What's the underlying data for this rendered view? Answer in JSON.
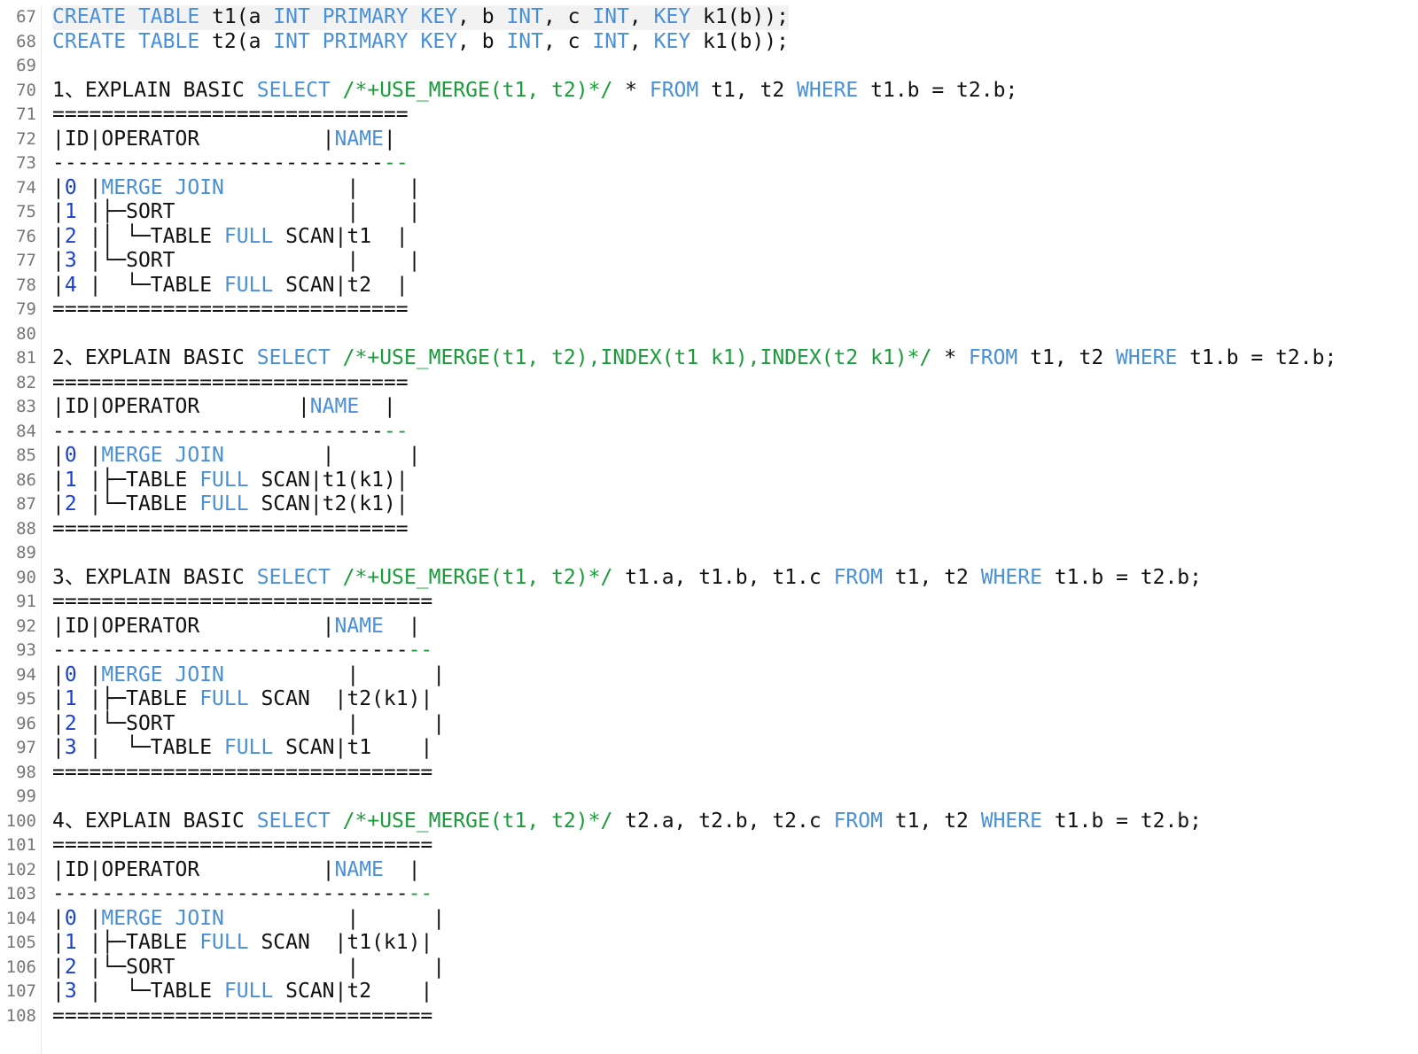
{
  "colors": {
    "keyword": "#4a90d9",
    "comment": "#1a9c3a",
    "number": "#1a3fd1",
    "text": "#111111",
    "line_number": "#777777"
  },
  "lines": [
    {
      "n": "67",
      "hl": true,
      "tokens": [
        [
          "k",
          "CREATE"
        ],
        [
          "t",
          " "
        ],
        [
          "k",
          "TABLE"
        ],
        [
          "t",
          " t1(a "
        ],
        [
          "k",
          "INT"
        ],
        [
          "t",
          " "
        ],
        [
          "k",
          "PRIMARY"
        ],
        [
          "t",
          " "
        ],
        [
          "k",
          "KEY"
        ],
        [
          "t",
          ", b "
        ],
        [
          "k",
          "INT"
        ],
        [
          "t",
          ", c "
        ],
        [
          "k",
          "INT"
        ],
        [
          "t",
          ", "
        ],
        [
          "k",
          "KEY"
        ],
        [
          "t",
          " k1(b));"
        ]
      ]
    },
    {
      "n": "68",
      "tokens": [
        [
          "k",
          "CREATE"
        ],
        [
          "t",
          " "
        ],
        [
          "k",
          "TABLE"
        ],
        [
          "t",
          " t2(a "
        ],
        [
          "k",
          "INT"
        ],
        [
          "t",
          " "
        ],
        [
          "k",
          "PRIMARY"
        ],
        [
          "t",
          " "
        ],
        [
          "k",
          "KEY"
        ],
        [
          "t",
          ", b "
        ],
        [
          "k",
          "INT"
        ],
        [
          "t",
          ", c "
        ],
        [
          "k",
          "INT"
        ],
        [
          "t",
          ", "
        ],
        [
          "k",
          "KEY"
        ],
        [
          "t",
          " k1(b));"
        ]
      ]
    },
    {
      "n": "69",
      "tokens": []
    },
    {
      "n": "70",
      "tokens": [
        [
          "t",
          "1、EXPLAIN BASIC "
        ],
        [
          "k",
          "SELECT"
        ],
        [
          "t",
          " "
        ],
        [
          "c",
          "/*+USE_MERGE(t1, t2)*/"
        ],
        [
          "t",
          " * "
        ],
        [
          "k",
          "FROM"
        ],
        [
          "t",
          " t1, t2 "
        ],
        [
          "k",
          "WHERE"
        ],
        [
          "t",
          " t1.b = t2.b;"
        ]
      ]
    },
    {
      "n": "71",
      "tokens": [
        [
          "t",
          "============================="
        ]
      ]
    },
    {
      "n": "72",
      "tokens": [
        [
          "t",
          "|ID|OPERATOR          |"
        ],
        [
          "k",
          "NAME"
        ],
        [
          "t",
          "|"
        ]
      ]
    },
    {
      "n": "73",
      "tokens": [
        [
          "t",
          "---------------------------"
        ],
        [
          "c",
          "--"
        ]
      ]
    },
    {
      "n": "74",
      "tokens": [
        [
          "t",
          "|"
        ],
        [
          "n",
          "0"
        ],
        [
          "t",
          " |"
        ],
        [
          "k",
          "MERGE JOIN"
        ],
        [
          "t",
          "          |    |"
        ]
      ]
    },
    {
      "n": "75",
      "tokens": [
        [
          "t",
          "|"
        ],
        [
          "n",
          "1"
        ],
        [
          "t",
          " |├─SORT              |    |"
        ]
      ]
    },
    {
      "n": "76",
      "tokens": [
        [
          "t",
          "|"
        ],
        [
          "n",
          "2"
        ],
        [
          "t",
          " |│ └─TABLE "
        ],
        [
          "k",
          "FULL"
        ],
        [
          "t",
          " SCAN|t1  |"
        ]
      ]
    },
    {
      "n": "77",
      "tokens": [
        [
          "t",
          "|"
        ],
        [
          "n",
          "3"
        ],
        [
          "t",
          " |└─SORT              |    |"
        ]
      ]
    },
    {
      "n": "78",
      "tokens": [
        [
          "t",
          "|"
        ],
        [
          "n",
          "4"
        ],
        [
          "t",
          " |  └─TABLE "
        ],
        [
          "k",
          "FULL"
        ],
        [
          "t",
          " SCAN|t2  |"
        ]
      ]
    },
    {
      "n": "79",
      "tokens": [
        [
          "t",
          "============================="
        ]
      ]
    },
    {
      "n": "80",
      "tokens": []
    },
    {
      "n": "81",
      "tokens": [
        [
          "t",
          "2、EXPLAIN BASIC "
        ],
        [
          "k",
          "SELECT"
        ],
        [
          "t",
          " "
        ],
        [
          "c",
          "/*+USE_MERGE(t1, t2),INDEX(t1 k1),INDEX(t2 k1)*/"
        ],
        [
          "t",
          " * "
        ],
        [
          "k",
          "FROM"
        ],
        [
          "t",
          " t1, t2 "
        ],
        [
          "k",
          "WHERE"
        ],
        [
          "t",
          " t1.b = t2.b;"
        ]
      ]
    },
    {
      "n": "82",
      "tokens": [
        [
          "t",
          "============================="
        ]
      ]
    },
    {
      "n": "83",
      "tokens": [
        [
          "t",
          "|ID|OPERATOR        |"
        ],
        [
          "k",
          "NAME"
        ],
        [
          "t",
          "  |"
        ]
      ]
    },
    {
      "n": "84",
      "tokens": [
        [
          "t",
          "---------------------------"
        ],
        [
          "c",
          "--"
        ]
      ]
    },
    {
      "n": "85",
      "tokens": [
        [
          "t",
          "|"
        ],
        [
          "n",
          "0"
        ],
        [
          "t",
          " |"
        ],
        [
          "k",
          "MERGE JOIN"
        ],
        [
          "t",
          "        |      |"
        ]
      ]
    },
    {
      "n": "86",
      "tokens": [
        [
          "t",
          "|"
        ],
        [
          "n",
          "1"
        ],
        [
          "t",
          " |├─TABLE "
        ],
        [
          "k",
          "FULL"
        ],
        [
          "t",
          " SCAN|t1(k1)|"
        ]
      ]
    },
    {
      "n": "87",
      "tokens": [
        [
          "t",
          "|"
        ],
        [
          "n",
          "2"
        ],
        [
          "t",
          " |└─TABLE "
        ],
        [
          "k",
          "FULL"
        ],
        [
          "t",
          " SCAN|t2(k1)|"
        ]
      ]
    },
    {
      "n": "88",
      "tokens": [
        [
          "t",
          "============================="
        ]
      ]
    },
    {
      "n": "89",
      "tokens": []
    },
    {
      "n": "90",
      "tokens": [
        [
          "t",
          "3、EXPLAIN BASIC "
        ],
        [
          "k",
          "SELECT"
        ],
        [
          "t",
          " "
        ],
        [
          "c",
          "/*+USE_MERGE(t1, t2)*/"
        ],
        [
          "t",
          " t1.a, t1.b, t1.c "
        ],
        [
          "k",
          "FROM"
        ],
        [
          "t",
          " t1, t2 "
        ],
        [
          "k",
          "WHERE"
        ],
        [
          "t",
          " t1.b = t2.b;"
        ]
      ]
    },
    {
      "n": "91",
      "tokens": [
        [
          "t",
          "==============================="
        ]
      ]
    },
    {
      "n": "92",
      "tokens": [
        [
          "t",
          "|ID|OPERATOR          |"
        ],
        [
          "k",
          "NAME"
        ],
        [
          "t",
          "  |"
        ]
      ]
    },
    {
      "n": "93",
      "tokens": [
        [
          "t",
          "-----------------------------"
        ],
        [
          "c",
          "--"
        ]
      ]
    },
    {
      "n": "94",
      "tokens": [
        [
          "t",
          "|"
        ],
        [
          "n",
          "0"
        ],
        [
          "t",
          " |"
        ],
        [
          "k",
          "MERGE JOIN"
        ],
        [
          "t",
          "          |      |"
        ]
      ]
    },
    {
      "n": "95",
      "tokens": [
        [
          "t",
          "|"
        ],
        [
          "n",
          "1"
        ],
        [
          "t",
          " |├─TABLE "
        ],
        [
          "k",
          "FULL"
        ],
        [
          "t",
          " SCAN  |t2(k1)|"
        ]
      ]
    },
    {
      "n": "96",
      "tokens": [
        [
          "t",
          "|"
        ],
        [
          "n",
          "2"
        ],
        [
          "t",
          " |└─SORT              |      |"
        ]
      ]
    },
    {
      "n": "97",
      "tokens": [
        [
          "t",
          "|"
        ],
        [
          "n",
          "3"
        ],
        [
          "t",
          " |  └─TABLE "
        ],
        [
          "k",
          "FULL"
        ],
        [
          "t",
          " SCAN|t1    |"
        ]
      ]
    },
    {
      "n": "98",
      "tokens": [
        [
          "t",
          "==============================="
        ]
      ]
    },
    {
      "n": "99",
      "tokens": []
    },
    {
      "n": "100",
      "tokens": [
        [
          "t",
          "4、EXPLAIN BASIC "
        ],
        [
          "k",
          "SELECT"
        ],
        [
          "t",
          " "
        ],
        [
          "c",
          "/*+USE_MERGE(t1, t2)*/"
        ],
        [
          "t",
          " t2.a, t2.b, t2.c "
        ],
        [
          "k",
          "FROM"
        ],
        [
          "t",
          " t1, t2 "
        ],
        [
          "k",
          "WHERE"
        ],
        [
          "t",
          " t1.b = t2.b;"
        ]
      ]
    },
    {
      "n": "101",
      "tokens": [
        [
          "t",
          "==============================="
        ]
      ]
    },
    {
      "n": "102",
      "tokens": [
        [
          "t",
          "|ID|OPERATOR          |"
        ],
        [
          "k",
          "NAME"
        ],
        [
          "t",
          "  |"
        ]
      ]
    },
    {
      "n": "103",
      "tokens": [
        [
          "t",
          "-----------------------------"
        ],
        [
          "c",
          "--"
        ]
      ]
    },
    {
      "n": "104",
      "tokens": [
        [
          "t",
          "|"
        ],
        [
          "n",
          "0"
        ],
        [
          "t",
          " |"
        ],
        [
          "k",
          "MERGE JOIN"
        ],
        [
          "t",
          "          |      |"
        ]
      ]
    },
    {
      "n": "105",
      "tokens": [
        [
          "t",
          "|"
        ],
        [
          "n",
          "1"
        ],
        [
          "t",
          " |├─TABLE "
        ],
        [
          "k",
          "FULL"
        ],
        [
          "t",
          " SCAN  |t1(k1)|"
        ]
      ]
    },
    {
      "n": "106",
      "tokens": [
        [
          "t",
          "|"
        ],
        [
          "n",
          "2"
        ],
        [
          "t",
          " |└─SORT              |      |"
        ]
      ]
    },
    {
      "n": "107",
      "tokens": [
        [
          "t",
          "|"
        ],
        [
          "n",
          "3"
        ],
        [
          "t",
          " |  └─TABLE "
        ],
        [
          "k",
          "FULL"
        ],
        [
          "t",
          " SCAN|t2    |"
        ]
      ]
    },
    {
      "n": "108",
      "tokens": [
        [
          "t",
          "==============================="
        ]
      ]
    }
  ]
}
